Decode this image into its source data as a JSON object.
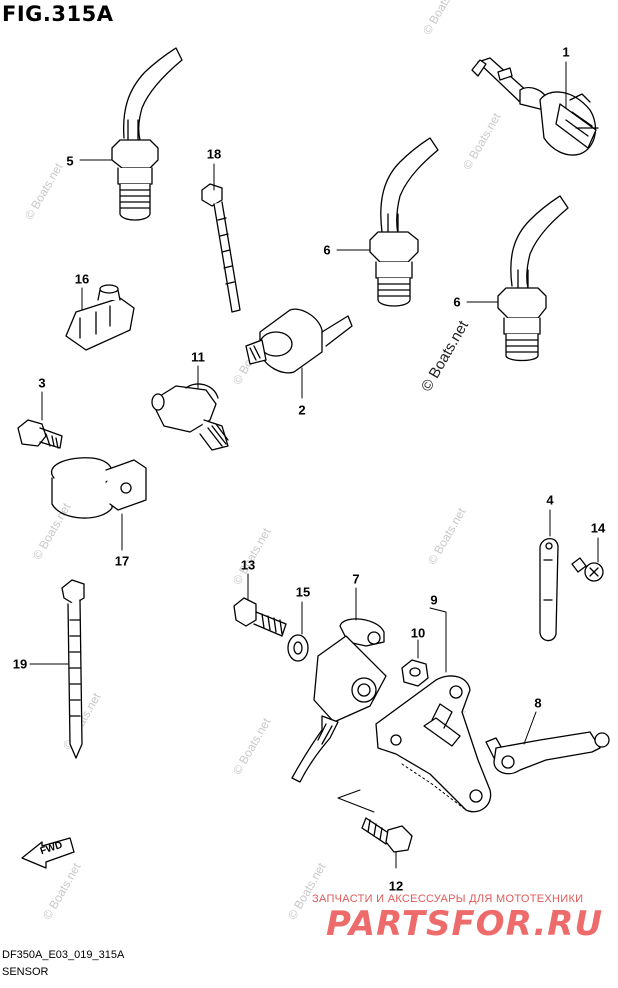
{
  "figure": {
    "title": "FIG.315A",
    "code": "DF350A_E03_019_315A",
    "name": "SENSOR"
  },
  "watermark": {
    "text": "© Boats.net",
    "prominent_text": "© Boats.net"
  },
  "shop": {
    "subtitle": "ЗАПЧАСТИ И АКСЕССУАРЫ ДЛЯ МОТОТЕХНИКИ",
    "logo": "PARTSFOR.RU"
  },
  "fwd_label": "FWD",
  "callouts": [
    {
      "id": "1",
      "label": "1"
    },
    {
      "id": "2",
      "label": "2"
    },
    {
      "id": "3",
      "label": "3"
    },
    {
      "id": "4",
      "label": "4"
    },
    {
      "id": "5",
      "label": "5"
    },
    {
      "id": "6a",
      "label": "6"
    },
    {
      "id": "6b",
      "label": "6"
    },
    {
      "id": "7",
      "label": "7"
    },
    {
      "id": "8",
      "label": "8"
    },
    {
      "id": "9",
      "label": "9"
    },
    {
      "id": "10",
      "label": "10"
    },
    {
      "id": "11",
      "label": "11"
    },
    {
      "id": "12",
      "label": "12"
    },
    {
      "id": "13",
      "label": "13"
    },
    {
      "id": "14",
      "label": "14"
    },
    {
      "id": "15",
      "label": "15"
    },
    {
      "id": "16",
      "label": "16"
    },
    {
      "id": "17",
      "label": "17"
    },
    {
      "id": "18",
      "label": "18"
    },
    {
      "id": "19",
      "label": "19"
    }
  ]
}
